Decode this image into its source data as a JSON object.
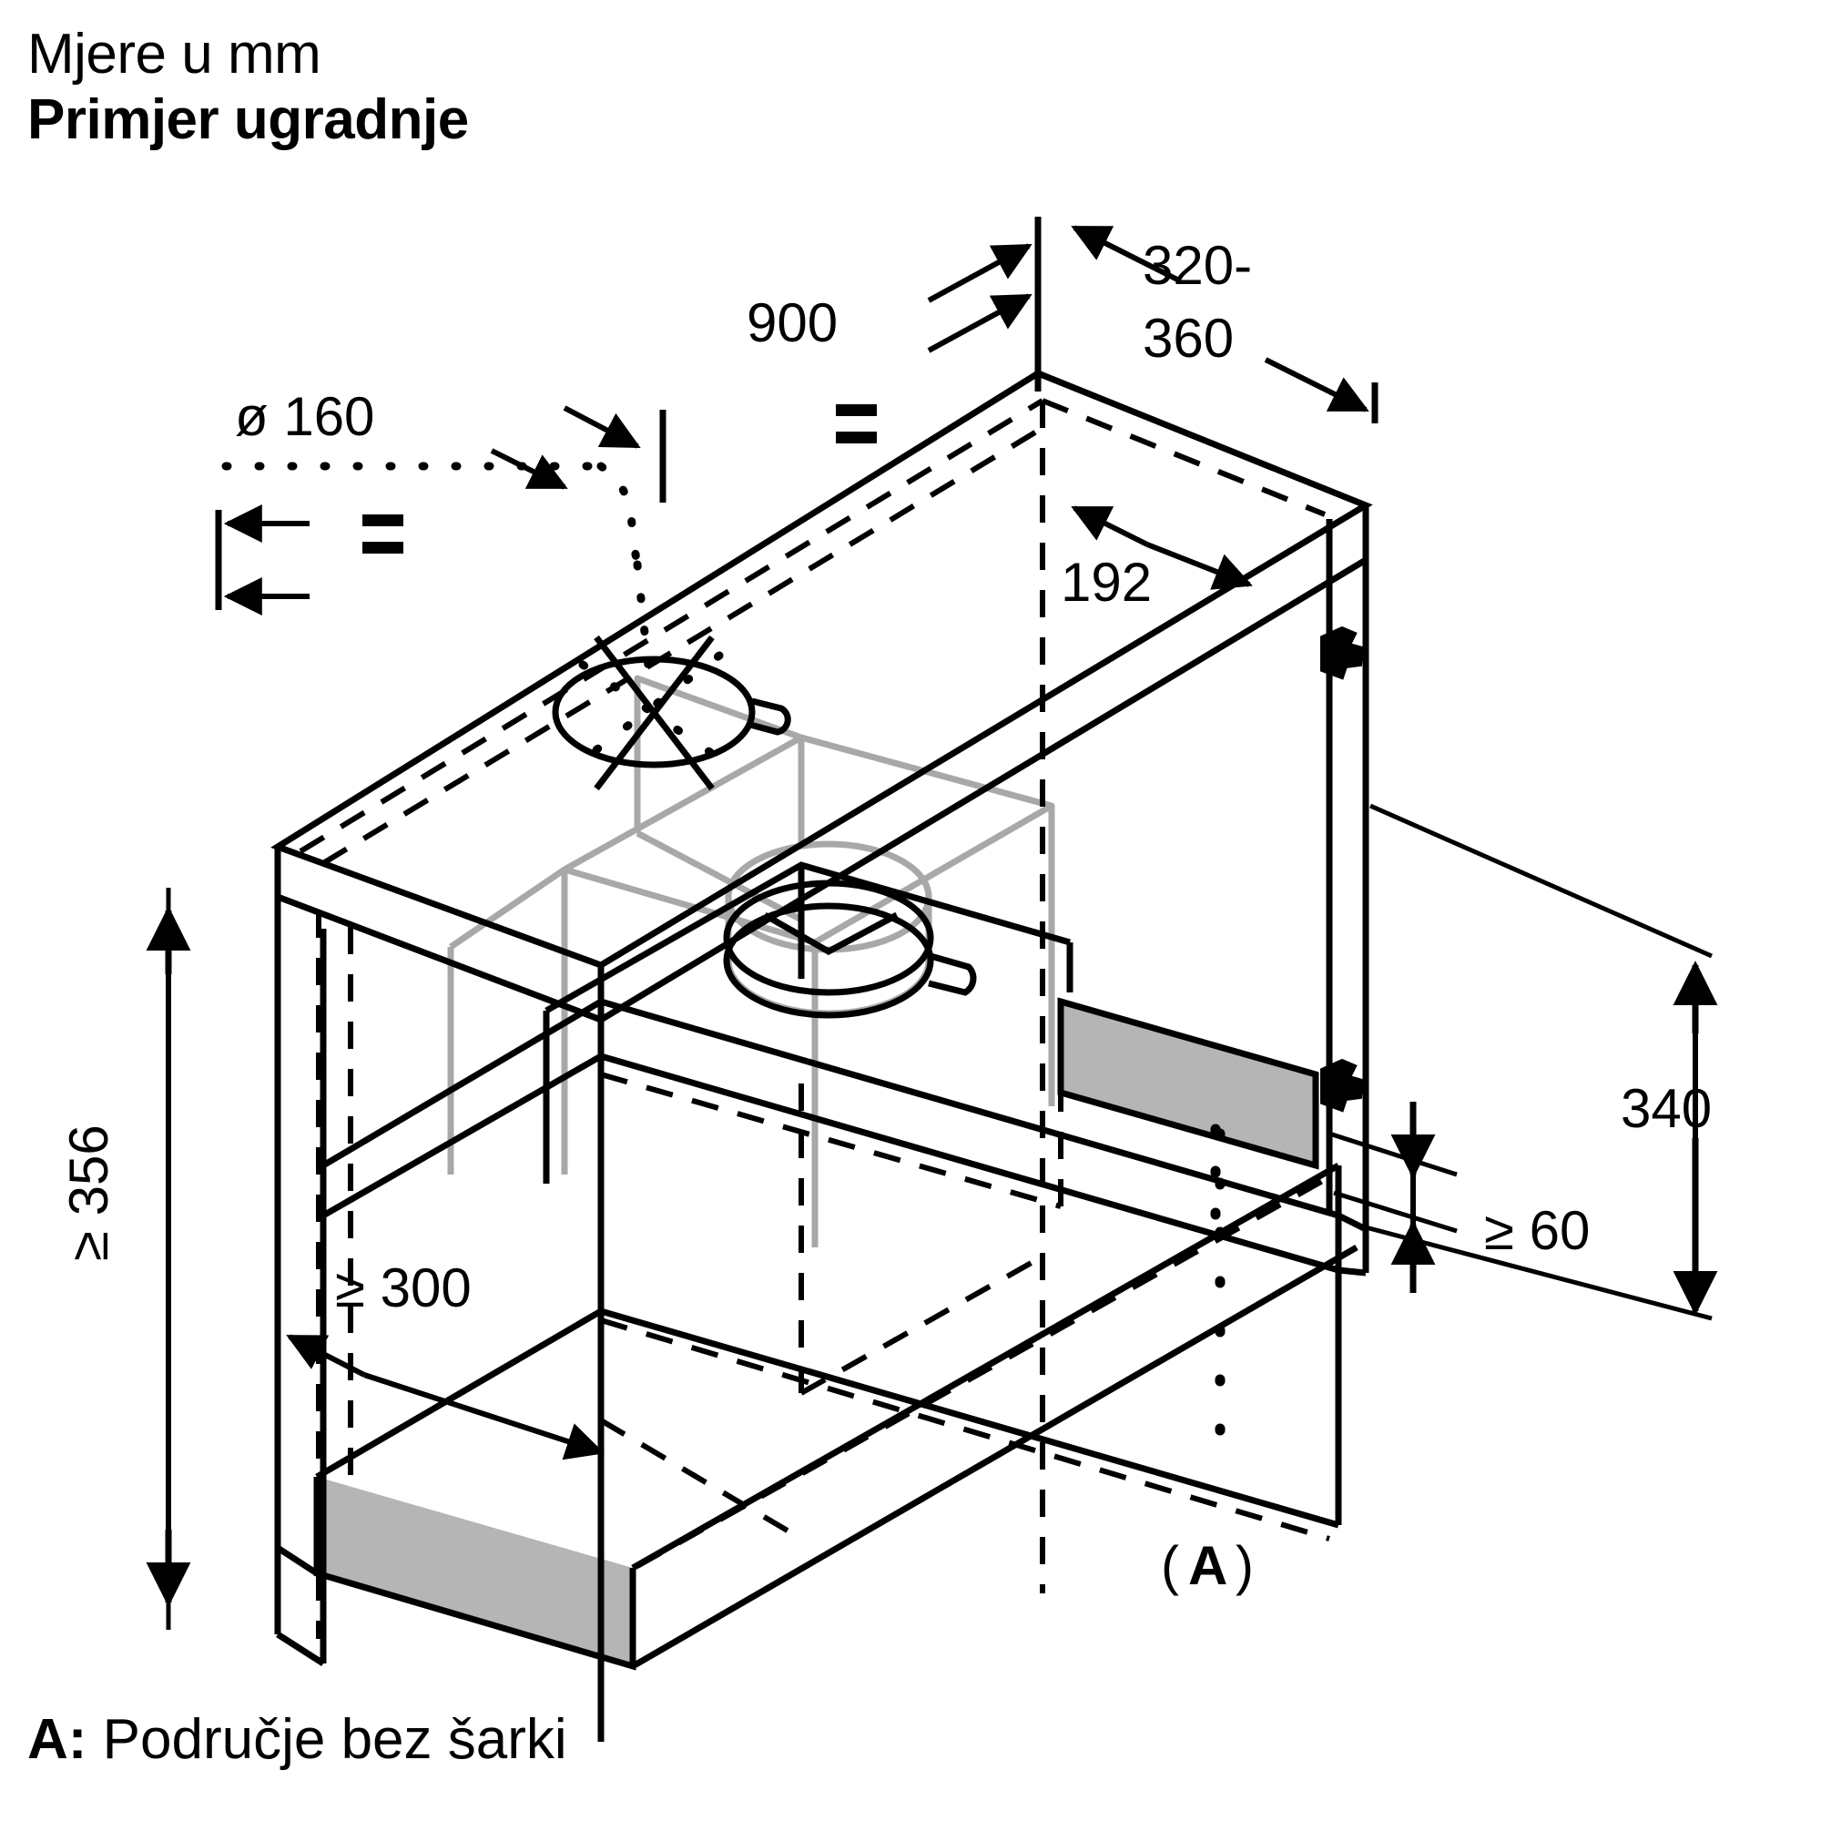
{
  "header": {
    "units_line": "Mjere u mm",
    "title": "Primjer ugradnje"
  },
  "footer": {
    "marker": "A:",
    "text": " Područje bez šarki"
  },
  "legend": {
    "area_a_label": "(A)"
  },
  "dimensions": {
    "duct_diameter": "ø 160",
    "width": "900",
    "depth_range_line1": "320-",
    "depth_range_line2": "360",
    "offset_192": "192",
    "height_min_356": "≥ 356",
    "clearance_min_300": "≥ 300",
    "right_height_340": "340",
    "bottom_min_60": "≥ 60",
    "equal_mark_left": "=",
    "equal_mark_right": "="
  },
  "colors": {
    "line": "#000000",
    "shade_panel": "#b5b5b5",
    "ghost_line": "#a8a8a8",
    "background": "#ffffff"
  },
  "chart_data": {
    "type": "diagram",
    "title": "Primjer ugradnje",
    "units": "mm",
    "labels": [
      "ø 160",
      "900",
      "320-360",
      "192",
      "≥ 356",
      "≥ 300",
      "340",
      "≥ 60",
      "(A)"
    ],
    "values": {
      "duct_diameter_mm": 160,
      "cabinet_width_mm": 900,
      "cabinet_depth_min_mm": 320,
      "cabinet_depth_max_mm": 360,
      "duct_offset_from_rear_mm": 192,
      "total_height_min_mm": 356,
      "front_clearance_min_mm": 300,
      "right_height_mm": 340,
      "bottom_gap_min_mm": 60
    },
    "annotations": [
      "A: Područje bez šarki"
    ]
  }
}
